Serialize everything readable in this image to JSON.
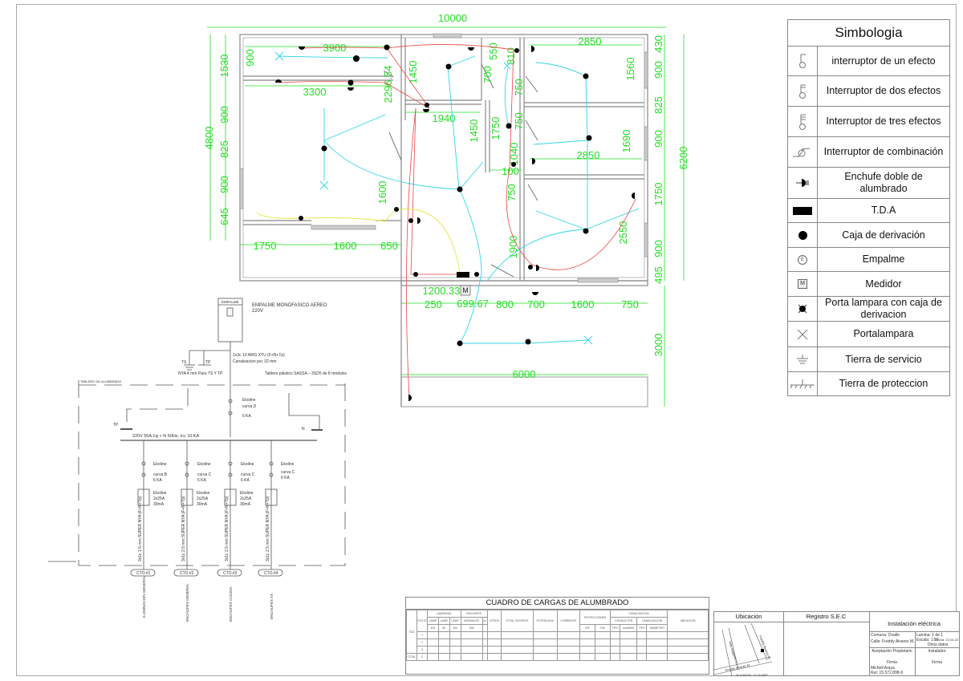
{
  "legend": {
    "title": "Simbologia",
    "items": [
      {
        "icon": "switch-single-icon",
        "label": "interruptor de un efecto"
      },
      {
        "icon": "switch-double-icon",
        "label": "Interruptor de dos efectos"
      },
      {
        "icon": "switch-triple-icon",
        "label": "Interruptor de tres efectos"
      },
      {
        "icon": "switch-combination-icon",
        "label": "Interruptor de combinación"
      },
      {
        "icon": "double-outlet-icon",
        "label": "Enchufe doble de alumbrado"
      },
      {
        "icon": "tda-panel-icon",
        "label": "T.D.A"
      },
      {
        "icon": "junction-box-icon",
        "label": "Caja de derivación"
      },
      {
        "icon": "empalme-icon",
        "label": "Empalme"
      },
      {
        "icon": "meter-icon",
        "label": "Medidor"
      },
      {
        "icon": "lamp-holder-box-icon",
        "label": "Porta lampara con caja de derivacion"
      },
      {
        "icon": "lamp-holder-icon",
        "label": "Portalampara"
      },
      {
        "icon": "service-ground-icon",
        "label": "Tierra de servicio"
      },
      {
        "icon": "protection-ground-icon",
        "label": "Tierra de proteccion"
      }
    ]
  },
  "floorplan": {
    "dims": {
      "top_total": "10000",
      "left_total": "4800",
      "left_segments": [
        "1530",
        "900",
        "825",
        "900",
        "645"
      ],
      "right_total": "6200",
      "right_segments": [
        "430",
        "900",
        "825",
        "900",
        "1750",
        "900",
        "495"
      ],
      "right_lower": "3000",
      "bottom_left": [
        "1750",
        "1600",
        "650"
      ],
      "bottom_right": [
        "250",
        "699.67",
        "800",
        "700",
        "1600",
        "750"
      ],
      "meter_offset": "1200.33",
      "patio_width": "6000",
      "room_a_width": "3900",
      "room_a_height": "900",
      "room_b_width": "3300",
      "diag": "2296.54",
      "hall_1450a": "1450",
      "hall_1940": "1940",
      "hall_1450b": "1450",
      "hall_1750": "1750",
      "v550": "550",
      "v700": "700",
      "v810": "810",
      "v750a": "750",
      "v750b": "750",
      "v1040": "1040",
      "v100": "100",
      "v750c": "750",
      "v1900": "1900",
      "v1600": "1600",
      "room_c_width": "2850",
      "room_c_height": "1560",
      "room_d_width": "2850",
      "room_d_height": "1690",
      "room_e_height": "2550"
    },
    "meter_label": "M",
    "circuit_mark": "3"
  },
  "single_line": {
    "empalme_box": "EMPALME",
    "empalme_desc_1": "EMPALME MONOFASICO AEREO",
    "empalme_desc_2": "220V",
    "feeder_1": "1x3c 10 AWG XTU (F+N+Tp)",
    "feeder_2": "Canalizacion pvc 32 mm",
    "ts": "TS",
    "tp": "TP",
    "ground_note": "NYA 4 mm Para TS Y TP",
    "panel_title": "TABLERO DE ALUMBRADO",
    "panel_note": "Tablero plástico SASSA – 3SD5   de 8 módulos",
    "main_breaker": [
      "Ekoline",
      "curva D",
      "6 KA"
    ],
    "tp_label": "TP",
    "n_label": "N",
    "bus_label": "220V   50A  1φ  +  N    50Hz,  Icc  10  KA",
    "circuits": [
      {
        "breaker": [
          "Ekoline",
          "curva B",
          "6 KA"
        ],
        "rcd": [
          "Ekoline",
          "2x25A",
          "30mA"
        ],
        "cable": "3x1c 1.5 mm SUPER NYA (F+N+Tp)",
        "id": "CTO.#1",
        "name": "ILUMINACION GENERAL"
      },
      {
        "breaker": [
          "Ekoline",
          "curva C",
          "6 KA"
        ],
        "rcd": [
          "Ekoline",
          "2x25A",
          "30mA"
        ],
        "cable": "3x1c 2.5 mm SUPER NYA (F+N+Tp)",
        "id": "CTO.#2",
        "name": "ENCHUFES GENERAL"
      },
      {
        "breaker": [
          "Ekoline",
          "curva C",
          "6 KA"
        ],
        "rcd": [
          "Ekoline",
          "2x25A",
          "30mA"
        ],
        "cable": "3x1c 2.5 mm SUPER NYA (F+N+Tp)",
        "id": "CTO.#3",
        "name": "ENCHUFES COCINA"
      },
      {
        "breaker": [
          "Ekoline",
          "curva C",
          "6 KA"
        ],
        "rcd": [],
        "cable": "3x1c 2.5 mm SUPER NYA (F+N+Tp)",
        "id": "CTO.#4",
        "name": "ENCHUFES XX"
      }
    ]
  },
  "cuadro": {
    "title": "CUADRO DE CARGAS DE ALUMBRADO",
    "headers": {
      "tda": "TDA",
      "cto": "CTO N°",
      "lamparas": "LAMPARAS",
      "enchufes": "ENCHUFES",
      "otros": "OTROS",
      "total_centros": "TOTAL CENTROS",
      "potencia": "POTENCIA W",
      "corriente": "CORRIENTE",
      "protecciones": "PROTECCIONES",
      "canalizacion": "CANALIZACION",
      "conductor": "CONDUCTOR",
      "canalizacion_sub": "CANALIZACION",
      "ubicacion": "UBICACION",
      "lamp": [
        "LAMP",
        "LAMP",
        "LAMP"
      ],
      "normales": "NORMALES",
      "enchufe_extra": "xx",
      "watts": [
        "100",
        "60",
        "100",
        "200"
      ],
      "prot": [
        "DIF",
        "DIS"
      ],
      "cond": [
        "TIPO",
        "mm/AWG"
      ],
      "canal": [
        "TIPO",
        "DIAMETRO"
      ],
      "total": "TOTAL"
    },
    "rows": [
      "1",
      "2",
      "3",
      "3"
    ]
  },
  "title_block": {
    "ubicacion": "Ubicación",
    "registro": "Registro S.E.C",
    "proyecto": "Instalación eléctrica",
    "streets": [
      "Pilar Bugueño C.",
      "Freddy Alvarez M.",
      "Freddy Alvarez M."
    ],
    "coords": "-30.6160700, -71.2113957",
    "comuna": "Comuna: Ovalle",
    "calle": "Calle: Freddy Alvarez M.",
    "lamina": "Lamina: 1 de 1",
    "escala": "Escala: 1:50",
    "fecha": "Fecha: 22-04-22",
    "otros": "Otros datos",
    "aceptacion": "Aceptación Propietario",
    "instalador": "Instalador",
    "firma1": "Firma",
    "firma2": "Firma",
    "owner_name": "Michell Araya",
    "owner_rut": "Rut: 15.572.898-9"
  },
  "colors": {
    "dimension": "#22e022",
    "lighting": "#33d6e6",
    "outlets": "#ee4444",
    "kitchen": "#e8e84a",
    "wall": "#888888"
  }
}
